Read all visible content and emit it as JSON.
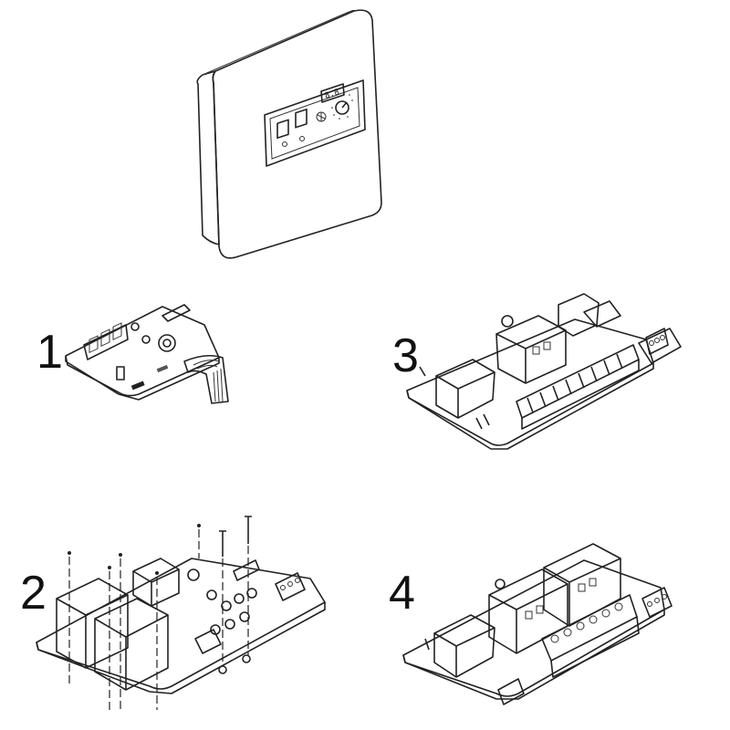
{
  "labels": {
    "one": "1",
    "two": "2",
    "three": "3",
    "four": "4"
  },
  "colors": {
    "line": "#222222",
    "enclosure_front": "#ececec",
    "enclosure_side": "#dcdcdc",
    "background": "#ffffff"
  }
}
